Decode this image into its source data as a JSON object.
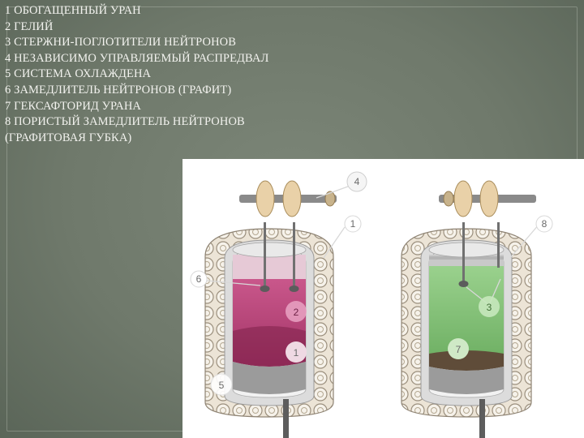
{
  "legend": {
    "items": [
      "1 ОБОГАЩЕННЫЙ УРАН",
      "2 ГЕЛИЙ",
      "3 СТЕРЖНИ-ПОГЛОТИТЕЛИ НЕЙТРОНОВ",
      "4 НЕЗАВИСИМО УПРАВЛЯЕМЫЙ РАСПРЕДВАЛ",
      "5 СИСТЕМА ОХЛАЖДЕНА",
      "6 ЗАМЕДЛИТЕЛЬ НЕЙТРОНОВ (ГРАФИТ)",
      "7 ГЕКСАФТОРИД УРАНА",
      "8 ПОРИСТЫЙ ЗАМЕДЛИТЕЛЬ НЕЙТРОНОВ",
      "(ГРАФИТОВАЯ ГУБКА)"
    ]
  },
  "diagram": {
    "callouts": {
      "c1a": "1",
      "c1b": "1",
      "c2": "2",
      "c3": "3",
      "c4": "4",
      "c5": "5",
      "c6": "6",
      "c7": "7",
      "c8": "8"
    },
    "colors": {
      "gas_left": "#b13e74",
      "gas_right": "#7fbf73",
      "uranium_left": "#7a1d45",
      "sludge_right": "#5c4a36",
      "wood": "#e6cfa6",
      "shaft": "#8a8a8a",
      "wall": "#e2e2e2"
    }
  }
}
